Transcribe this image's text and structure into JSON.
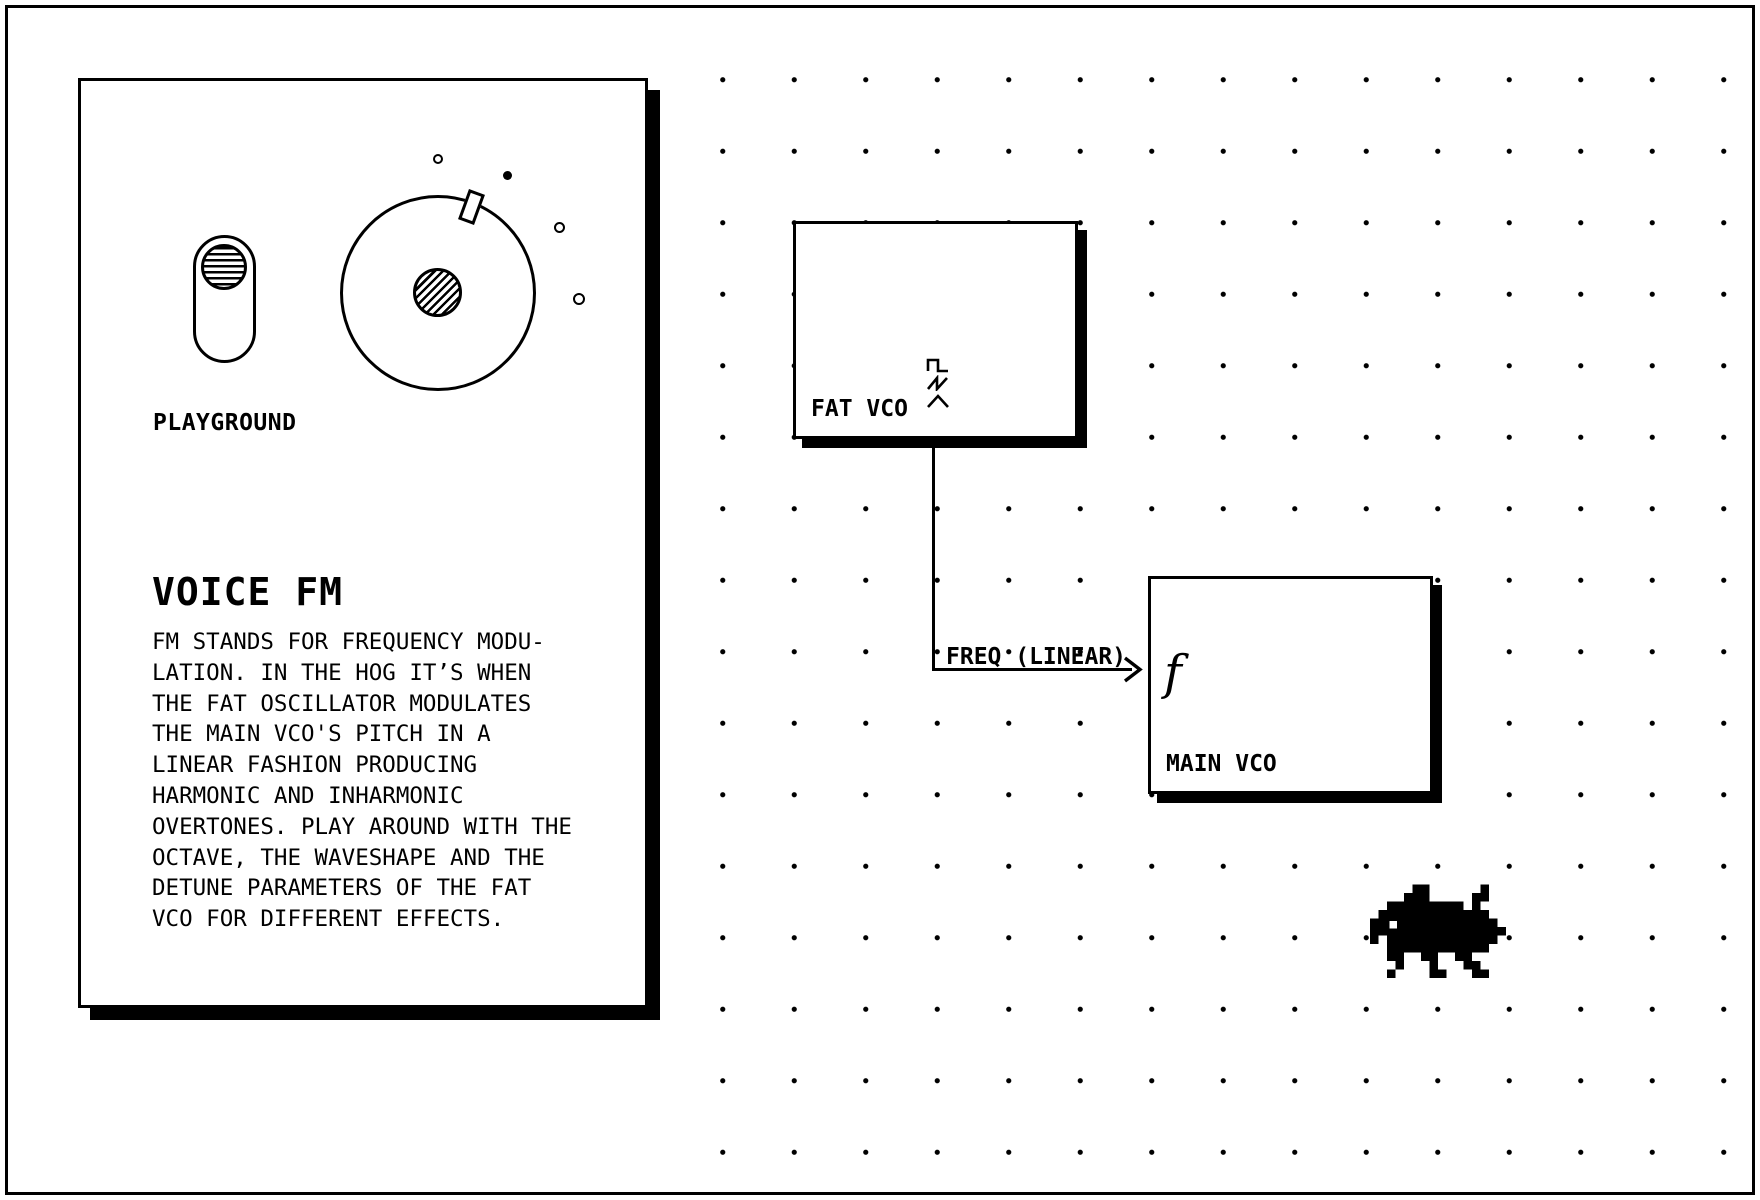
{
  "card": {
    "kicker": "PLAYGROUND",
    "title": "VOICE FM",
    "body": "FM STANDS FOR FREQUENCY MODU-\nLATION. IN THE HOG IT’S WHEN\nTHE FAT OSCILLATOR MODULATES\nTHE MAIN VCO'S PITCH IN A\nLINEAR FASHION PRODUCING\nHARMONIC AND INHARMONIC\nOVERTONES. PLAY AROUND WITH THE\nOCTAVE, THE WAVESHAPE AND THE\nDETUNE PARAMETERS OF THE FAT\nVCO FOR DIFFERENT EFFECTS.",
    "illustrations": [
      "toggle-switch-icon",
      "knob-icon"
    ]
  },
  "diagram": {
    "nodes": [
      {
        "id": "fat-vco",
        "label": "FAT VCO",
        "icons": [
          "square-wave-icon",
          "sawtooth-wave-icon",
          "triangle-wave-icon"
        ]
      },
      {
        "id": "main-vco",
        "label": "MAIN VCO",
        "icons": [
          "italic-f-icon"
        ]
      }
    ],
    "connection": {
      "from": "fat-vco",
      "to": "main-vco",
      "label": "FREQ (LINEAR)"
    },
    "frequency_symbol": "f",
    "mascot_icon": "hog-pixel-icon"
  },
  "colors": {
    "ink": "#000000",
    "paper": "#ffffff"
  }
}
